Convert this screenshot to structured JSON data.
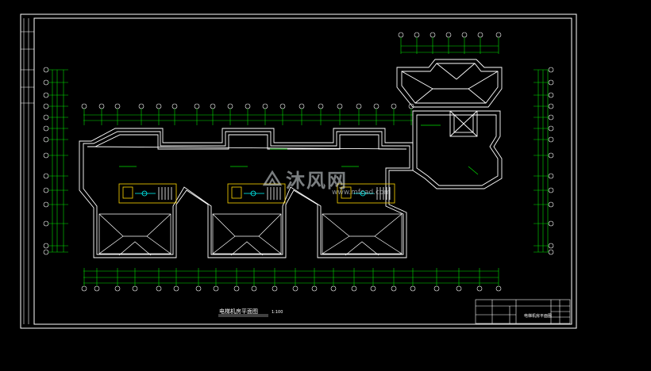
{
  "drawing": {
    "title": "电梯机房平面图",
    "scale_note": "1:100"
  },
  "title_block": {
    "sheet_title": "电梯机房平面图"
  },
  "watermark": {
    "text": "沐风网",
    "url": "www.mfcad.com"
  },
  "colors": {
    "background": "#000000",
    "linework": "#ffffff",
    "dimension": "#00e000",
    "stair": "#ffd700",
    "accent": "#00ffff"
  },
  "icons": [
    "logo-icon"
  ]
}
